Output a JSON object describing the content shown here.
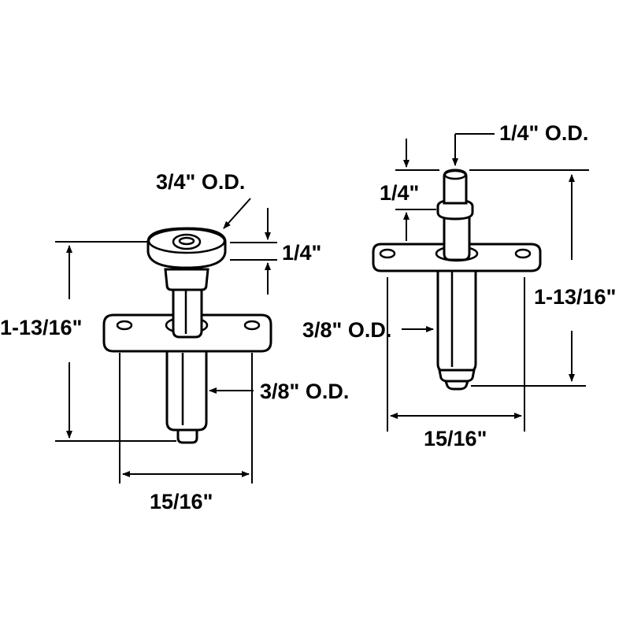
{
  "left_part": {
    "top_od": "3/4\" O.D.",
    "flange_thickness": "1/4\"",
    "overall_height": "1-13/16\"",
    "shaft_od": "3/8\" O.D.",
    "width": "15/16\""
  },
  "right_part": {
    "pin_od": "1/4\" O.D.",
    "pin_length": "1/4\"",
    "overall_height": "1-13/16\"",
    "shaft_od": "3/8\" O.D.",
    "width": "15/16\""
  },
  "colors": {
    "line": "#000000",
    "background": "#ffffff"
  }
}
